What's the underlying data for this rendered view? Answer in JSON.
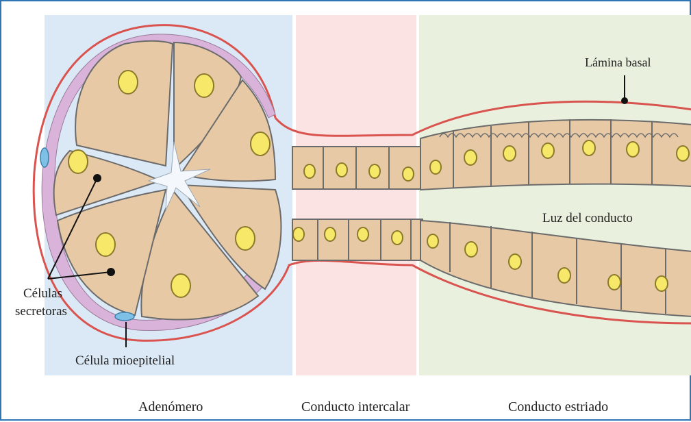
{
  "labels": {
    "lamina_basal": "Lámina basal",
    "luz_conducto": "Luz del conducto",
    "celulas": "Células",
    "secretoras": "secretoras",
    "celula_mioepitelial": "Célula mioepitelial"
  },
  "regions": {
    "adenomero": "Adenómero",
    "conducto_intercalar": "Conducto intercalar",
    "conducto_estriado": "Conducto estriado"
  },
  "colors": {
    "border": "#2e75b6",
    "adenomero_bg": "#dbe9f6",
    "intercalar_bg": "#fbe3e3",
    "estriado_bg": "#e9f0dd",
    "cell_fill": "#e8c9a6",
    "cell_stroke": "#6b6b6b",
    "nucleus_fill": "#f7e86a",
    "nucleus_stroke": "#8a7a2a",
    "basal_lamina": "#d9534f",
    "myoepithelial_layer": "#d9b3d9",
    "myoepithelial_cell": "#7fc1e6",
    "lumen": "#f4f8fc"
  }
}
